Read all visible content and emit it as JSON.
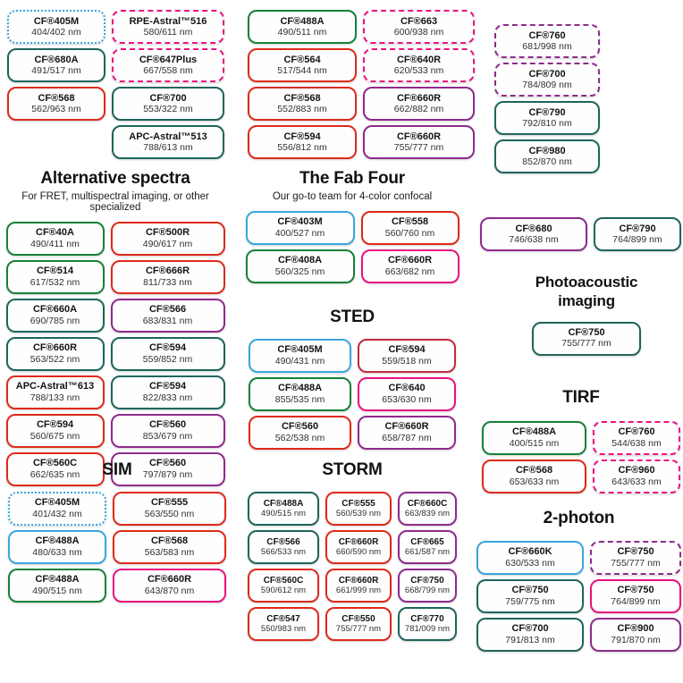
{
  "chart_data": {
    "type": "table",
    "palette": {
      "blue": "#3AA7DE",
      "green": "#17803C",
      "teal": "#1F655C",
      "red": "#DE2A1B",
      "crimson": "#C22A40",
      "pink": "#E9137E",
      "purple": "#8E2B8C"
    },
    "sections": [
      {
        "key": "top_left",
        "title": null,
        "subtitle": null,
        "widths": [
          110,
          126
        ],
        "columns": [
          [
            {
              "n": "CF®405M",
              "r": "404/402 nm",
              "c": "blue",
              "b": "dotted"
            },
            {
              "n": "CF®680A",
              "r": "491/517 nm",
              "c": "teal"
            },
            {
              "n": "CF®568",
              "r": "562/963 nm",
              "c": "red"
            }
          ],
          [
            {
              "n": "RPE-Astral™516",
              "r": "580/611 nm",
              "c": "pink",
              "b": "dashed"
            },
            {
              "n": "CF®647Plus",
              "r": "667/558 nm",
              "c": "pink",
              "b": "dashed"
            },
            {
              "n": "CF®700",
              "r": "553/322 nm",
              "c": "teal"
            },
            {
              "n": "APC-Astral™513",
              "r": "788/613 nm",
              "c": "teal"
            }
          ]
        ]
      },
      {
        "key": "top_mid",
        "title": null,
        "subtitle": null,
        "widths": [
          122,
          125
        ],
        "columns": [
          [
            {
              "n": "CF®488A",
              "r": "490/511 nm",
              "c": "green"
            },
            {
              "n": "CF®564",
              "r": "517/544 nm",
              "c": "red"
            },
            {
              "n": "CF®568",
              "r": "552/883 nm",
              "c": "red"
            },
            {
              "n": "CF®594",
              "r": "556/812 nm",
              "c": "red"
            }
          ],
          [
            {
              "n": "CF®663",
              "r": "600/938 nm",
              "c": "pink",
              "b": "dashed"
            },
            {
              "n": "CF®640R",
              "r": "620/533 nm",
              "c": "pink",
              "b": "dashed"
            },
            {
              "n": "CF®660R",
              "r": "662/882 nm",
              "c": "purple"
            },
            {
              "n": "CF®660R",
              "r": "755/777 nm",
              "c": "purple"
            }
          ]
        ]
      },
      {
        "key": "top_right",
        "title": null,
        "subtitle": null,
        "widths": [
          118
        ],
        "columns": [
          [
            {
              "n": "CF®760",
              "r": "681/998 nm",
              "c": "purple",
              "b": "dashed"
            },
            {
              "n": "CF®700",
              "r": "784/809 nm",
              "c": "purple",
              "b": "dashed"
            },
            {
              "n": "CF®790",
              "r": "792/810 nm",
              "c": "teal"
            },
            {
              "n": "CF®980",
              "r": "852/870 nm",
              "c": "teal"
            }
          ]
        ]
      },
      {
        "key": "alt",
        "title": "Alternative spectra",
        "subtitle": "For FRET, multispectral imaging, or other specialized",
        "widths": [
          110,
          128
        ],
        "columns": [
          [
            {
              "n": "CF®40A",
              "r": "490/411 nm",
              "c": "green"
            },
            {
              "n": "CF®514",
              "r": "617/532 nm",
              "c": "green"
            },
            {
              "n": "CF®660A",
              "r": "690/785 nm",
              "c": "teal"
            },
            {
              "n": "CF®660R",
              "r": "563/522 nm",
              "c": "teal"
            },
            {
              "n": "APC-Astral™613",
              "r": "788/133 nm",
              "c": "red"
            },
            {
              "n": "CF®594",
              "r": "560/675 nm",
              "c": "red"
            },
            {
              "n": "CF®560C",
              "r": "662/635 nm",
              "c": "red"
            }
          ],
          [
            {
              "n": "CF®500R",
              "r": "490/617 nm",
              "c": "red"
            },
            {
              "n": "CF®666R",
              "r": "811/733 nm",
              "c": "red"
            },
            {
              "n": "CF®566",
              "r": "683/831 nm",
              "c": "purple"
            },
            {
              "n": "CF®594",
              "r": "559/852 nm",
              "c": "teal"
            },
            {
              "n": "CF®594",
              "r": "822/833 nm",
              "c": "teal"
            },
            {
              "n": "CF®560",
              "r": "853/679 nm",
              "c": "purple"
            },
            {
              "n": "CF®560",
              "r": "797/879 nm",
              "c": "purple"
            }
          ]
        ]
      },
      {
        "key": "fab",
        "title": "The Fab Four",
        "subtitle": "Our go-to team for 4-color confocal",
        "widths": [
          122,
          110
        ],
        "columns": [
          [
            {
              "n": "CF®403M",
              "r": "400/527 nm",
              "c": "blue"
            },
            {
              "n": "CF®408A",
              "r": "560/325 nm",
              "c": "green"
            }
          ],
          [
            {
              "n": "CF®558",
              "r": "560/760 nm",
              "c": "red"
            },
            {
              "n": "CF®660R",
              "r": "663/682 nm",
              "c": "pink"
            }
          ]
        ]
      },
      {
        "key": "sted",
        "title": "STED",
        "subtitle": null,
        "widths": [
          115,
          110
        ],
        "columns": [
          [
            {
              "n": "CF®405M",
              "r": "490/431 nm",
              "c": "blue"
            },
            {
              "n": "CF®488A",
              "r": "855/535 nm",
              "c": "green"
            },
            {
              "n": "CF®560",
              "r": "562/538 nm",
              "c": "red"
            }
          ],
          [
            {
              "n": "CF®594",
              "r": "559/518 nm",
              "c": "crimson"
            },
            {
              "n": "CF®640",
              "r": "653/630 nm",
              "c": "pink"
            },
            {
              "n": "CF®660R",
              "r": "658/787 nm",
              "c": "purple"
            }
          ]
        ]
      },
      {
        "key": "right_pair",
        "title": null,
        "subtitle": null,
        "widths": [
          120,
          98
        ],
        "columns": [
          [
            {
              "n": "CF®680",
              "r": "746/638 nm",
              "c": "purple"
            }
          ],
          [
            {
              "n": "CF®790",
              "r": "764/899 nm",
              "c": "teal"
            }
          ]
        ]
      },
      {
        "key": "photo",
        "title": "Photoacoustic imaging",
        "title_wrap": true,
        "subtitle": null,
        "widths": [
          122
        ],
        "columns": [
          [
            {
              "n": "CF®750",
              "r": "755/777 nm",
              "c": "teal"
            }
          ]
        ]
      },
      {
        "key": "tirf",
        "title": "TIRF",
        "subtitle": null,
        "widths": [
          117,
          98
        ],
        "columns": [
          [
            {
              "n": "CF®488A",
              "r": "400/515 nm",
              "c": "green"
            },
            {
              "n": "CF®568",
              "r": "653/633 nm",
              "c": "red"
            }
          ],
          [
            {
              "n": "CF®760",
              "r": "544/638 nm",
              "c": "pink",
              "b": "dashed"
            },
            {
              "n": "CF®960",
              "r": "643/633 nm",
              "c": "pink",
              "b": "dashed"
            }
          ]
        ]
      },
      {
        "key": "sim",
        "title": "SIM",
        "subtitle": null,
        "widths": [
          110,
          127
        ],
        "columns": [
          [
            {
              "n": "CF®405M",
              "r": "401/432 nm",
              "c": "blue",
              "b": "dotted"
            },
            {
              "n": "CF®488A",
              "r": "480/633 nm",
              "c": "blue"
            },
            {
              "n": "CF®488A",
              "r": "490/515 nm",
              "c": "green"
            }
          ],
          [
            {
              "n": "CF®555",
              "r": "563/550 nm",
              "c": "red"
            },
            {
              "n": "CF®568",
              "r": "563/583 nm",
              "c": "red"
            },
            {
              "n": "CF®660R",
              "r": "643/870 nm",
              "c": "pink"
            }
          ]
        ]
      },
      {
        "key": "storm",
        "title": "STORM",
        "subtitle": null,
        "widths": [
          80,
          74,
          66
        ],
        "columns": [
          [
            {
              "n": "CF®488A",
              "r": "490/515 nm",
              "c": "teal"
            },
            {
              "n": "CF®566",
              "r": "566/533 nm",
              "c": "teal"
            },
            {
              "n": "CF®560C",
              "r": "590/612 nm",
              "c": "red"
            },
            {
              "n": "CF®547",
              "r": "550/983 nm",
              "c": "red"
            }
          ],
          [
            {
              "n": "CF®555",
              "r": "560/539 nm",
              "c": "red"
            },
            {
              "n": "CF®660R",
              "r": "660/590 nm",
              "c": "red"
            },
            {
              "n": "CF®660R",
              "r": "661/999 nm",
              "c": "red"
            },
            {
              "n": "CF®550",
              "r": "755/777 nm",
              "c": "red"
            }
          ],
          [
            {
              "n": "CF®660C",
              "r": "663/839 nm",
              "c": "purple"
            },
            {
              "n": "CF®665",
              "r": "661/587 nm",
              "c": "purple"
            },
            {
              "n": "CF®750",
              "r": "668/799 nm",
              "c": "purple"
            },
            {
              "n": "CF®770",
              "r": "781/009 nm",
              "c": "teal"
            }
          ]
        ]
      },
      {
        "key": "photon2",
        "title": "2-photon",
        "subtitle": null,
        "widths": [
          120,
          102
        ],
        "columns": [
          [
            {
              "n": "CF®660K",
              "r": "630/533 nm",
              "c": "blue"
            },
            {
              "n": "CF®750",
              "r": "759/775 nm",
              "c": "teal"
            },
            {
              "n": "CF®700",
              "r": "791/813 nm",
              "c": "teal"
            }
          ],
          [
            {
              "n": "CF®750",
              "r": "755/777 nm",
              "c": "purple",
              "b": "dashed"
            },
            {
              "n": "CF®750",
              "r": "764/899 nm",
              "c": "pink"
            },
            {
              "n": "CF®900",
              "r": "791/870 nm",
              "c": "purple"
            }
          ]
        ]
      }
    ]
  }
}
